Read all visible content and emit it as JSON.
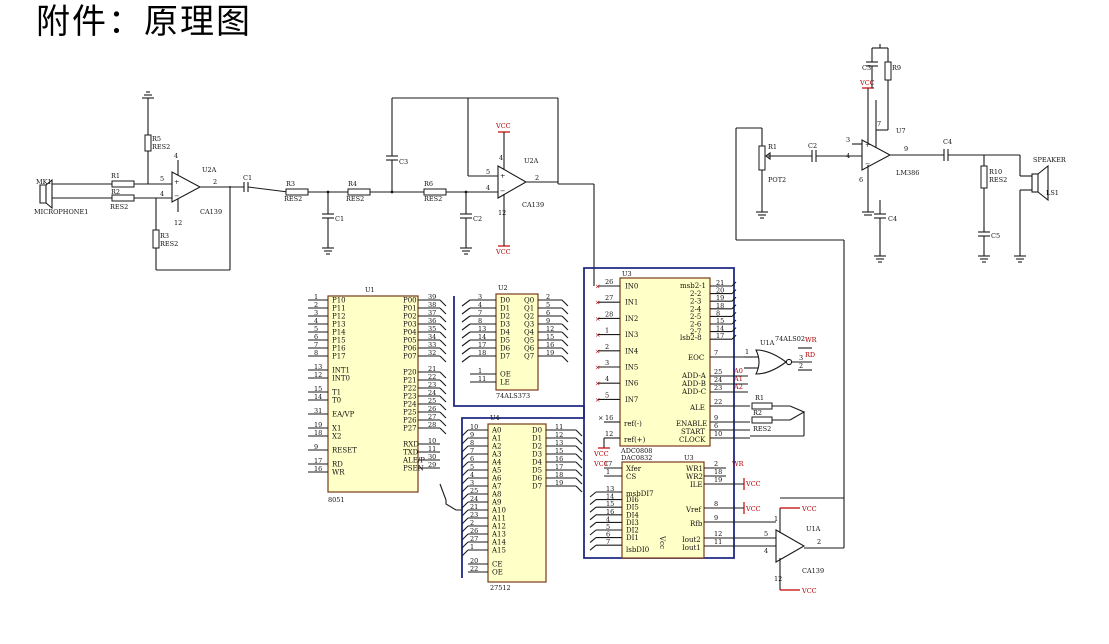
{
  "title": "附件：原理图",
  "labels": {
    "mk1": "MK1",
    "microphone": "MICROPHONE1",
    "r1": "R1",
    "r2": "R2",
    "r3": "R3",
    "r4": "R4",
    "r5": "R5",
    "r6": "R6",
    "r9": "R9",
    "r10": "R10",
    "res2": "RES2",
    "c1": "C1",
    "c2": "C2",
    "c3": "C3",
    "c4": "C4",
    "c5": "C5",
    "u2a": "U2A",
    "ca139": "CA139",
    "vcc": "VCC",
    "u1": "U1",
    "u2": "U2",
    "u3": "U3",
    "u4": "U4",
    "u1a": "U1A",
    "u7": "U7",
    "pot2": "POT2",
    "lm386": "LM386",
    "speaker": "SPEAKER",
    "ls1": "LS1",
    "chip_8051": "8051",
    "chip_373": "74ALS373",
    "chip_adc": "ADC0808",
    "chip_dac": "DAC0832",
    "chip_27512": "27512",
    "gate": "74ALS02",
    "wr": "WR",
    "rd": "RD",
    "a0": "A0",
    "a1": "A1",
    "a2": "A2",
    "enable": "ENABLE",
    "start": "START",
    "clock": "CLOCK",
    "eoc": "EOC",
    "ale": "ALE",
    "ref_minus": "ref(-)",
    "ref_plus": "ref(+)",
    "add_a": "ADD-A",
    "add_b": "ADD-B",
    "add_c": "ADD-C",
    "pin_u7_3": "3",
    "pin_u7_4": "4",
    "pin_u7_9": "9",
    "pin_u7_6": "6",
    "pin_u7_7": "7",
    "dac_xfer": "Xfer",
    "dac_cs": "CS",
    "dac_wr1": "WR1",
    "dac_wr2": "WR2",
    "dac_ile": "ILE",
    "dac_vref": "Vref",
    "dac_rfb": "Rfb",
    "dac_iout2": "Iout2",
    "dac_iout1": "Iout1",
    "dac_vcc": "Vcc",
    "dac_msb": "msbDI7",
    "dac_lsb": "lsbDI0",
    "adc_msb": "msb2-1",
    "adc_lsb": "lsb2-8"
  },
  "u1_left": [
    {
      "pin": "1",
      "name": "P10"
    },
    {
      "pin": "2",
      "name": "P11"
    },
    {
      "pin": "3",
      "name": "P12"
    },
    {
      "pin": "4",
      "name": "P13"
    },
    {
      "pin": "5",
      "name": "P14"
    },
    {
      "pin": "6",
      "name": "P15"
    },
    {
      "pin": "7",
      "name": "P16"
    },
    {
      "pin": "8",
      "name": "P17"
    },
    {
      "pin": "13",
      "name": "INT1"
    },
    {
      "pin": "12",
      "name": "INT0"
    },
    {
      "pin": "15",
      "name": "T1"
    },
    {
      "pin": "14",
      "name": "T0"
    },
    {
      "pin": "31",
      "name": "EA/VP"
    },
    {
      "pin": "19",
      "name": "X1"
    },
    {
      "pin": "18",
      "name": "X2"
    },
    {
      "pin": "9",
      "name": "RESET"
    },
    {
      "pin": "17",
      "name": "RD"
    },
    {
      "pin": "16",
      "name": "WR"
    }
  ],
  "u1_right": [
    {
      "pin": "39",
      "name": "P00"
    },
    {
      "pin": "38",
      "name": "P01"
    },
    {
      "pin": "37",
      "name": "P02"
    },
    {
      "pin": "36",
      "name": "P03"
    },
    {
      "pin": "35",
      "name": "P04"
    },
    {
      "pin": "34",
      "name": "P05"
    },
    {
      "pin": "33",
      "name": "P06"
    },
    {
      "pin": "32",
      "name": "P07"
    },
    {
      "pin": "21",
      "name": "P20"
    },
    {
      "pin": "22",
      "name": "P21"
    },
    {
      "pin": "23",
      "name": "P22"
    },
    {
      "pin": "24",
      "name": "P23"
    },
    {
      "pin": "25",
      "name": "P24"
    },
    {
      "pin": "26",
      "name": "P25"
    },
    {
      "pin": "27",
      "name": "P26"
    },
    {
      "pin": "28",
      "name": "P27"
    },
    {
      "pin": "10",
      "name": "RXD"
    },
    {
      "pin": "11",
      "name": "TXD"
    },
    {
      "pin": "30",
      "name": "ALE/P"
    },
    {
      "pin": "29",
      "name": "PSEN"
    }
  ],
  "u2_left": [
    {
      "pin": "3",
      "name": "D0"
    },
    {
      "pin": "4",
      "name": "D1"
    },
    {
      "pin": "7",
      "name": "D2"
    },
    {
      "pin": "8",
      "name": "D3"
    },
    {
      "pin": "13",
      "name": "D4"
    },
    {
      "pin": "14",
      "name": "D5"
    },
    {
      "pin": "17",
      "name": "D6"
    },
    {
      "pin": "18",
      "name": "D7"
    },
    {
      "pin": "1",
      "name": "OE"
    },
    {
      "pin": "11",
      "name": "LE"
    }
  ],
  "u2_right": [
    {
      "pin": "2",
      "name": "Q0"
    },
    {
      "pin": "5",
      "name": "Q1"
    },
    {
      "pin": "6",
      "name": "Q2"
    },
    {
      "pin": "9",
      "name": "Q3"
    },
    {
      "pin": "12",
      "name": "Q4"
    },
    {
      "pin": "15",
      "name": "Q5"
    },
    {
      "pin": "16",
      "name": "Q6"
    },
    {
      "pin": "19",
      "name": "Q7"
    }
  ],
  "u4_left": [
    {
      "pin": "10",
      "name": "A0"
    },
    {
      "pin": "9",
      "name": "A1"
    },
    {
      "pin": "8",
      "name": "A2"
    },
    {
      "pin": "7",
      "name": "A3"
    },
    {
      "pin": "6",
      "name": "A4"
    },
    {
      "pin": "5",
      "name": "A5"
    },
    {
      "pin": "4",
      "name": "A6"
    },
    {
      "pin": "3",
      "name": "A7"
    },
    {
      "pin": "25",
      "name": "A8"
    },
    {
      "pin": "24",
      "name": "A9"
    },
    {
      "pin": "21",
      "name": "A10"
    },
    {
      "pin": "23",
      "name": "A11"
    },
    {
      "pin": "2",
      "name": "A12"
    },
    {
      "pin": "26",
      "name": "A13"
    },
    {
      "pin": "27",
      "name": "A14"
    },
    {
      "pin": "1",
      "name": "A15"
    },
    {
      "pin": "20",
      "name": "CE"
    },
    {
      "pin": "22",
      "name": "OE"
    }
  ],
  "u4_right": [
    {
      "pin": "11",
      "name": "D0"
    },
    {
      "pin": "12",
      "name": "D1"
    },
    {
      "pin": "13",
      "name": "D2"
    },
    {
      "pin": "15",
      "name": "D3"
    },
    {
      "pin": "16",
      "name": "D4"
    },
    {
      "pin": "17",
      "name": "D5"
    },
    {
      "pin": "18",
      "name": "D6"
    },
    {
      "pin": "19",
      "name": "D7"
    }
  ],
  "adc_left": [
    {
      "pin": "26",
      "name": "IN0"
    },
    {
      "pin": "27",
      "name": "IN1"
    },
    {
      "pin": "28",
      "name": "IN2"
    },
    {
      "pin": "1",
      "name": "IN3"
    },
    {
      "pin": "2",
      "name": "IN4"
    },
    {
      "pin": "3",
      "name": "IN5"
    },
    {
      "pin": "4",
      "name": "IN6"
    },
    {
      "pin": "5",
      "name": "IN7"
    }
  ],
  "adc_right_pins": [
    "21",
    "20",
    "19",
    "18",
    "8",
    "15",
    "14",
    "17"
  ],
  "adc_right_names": [
    "2-2",
    "2-3",
    "2-4",
    "2-5",
    "2-6",
    "2-7"
  ],
  "dac_left_pins": [
    "13",
    "14",
    "15",
    "16",
    "4",
    "5",
    "6",
    "7"
  ],
  "dac_left_names": [
    "DI6",
    "DI5",
    "DI4",
    "DI3",
    "DI2",
    "DI1"
  ]
}
